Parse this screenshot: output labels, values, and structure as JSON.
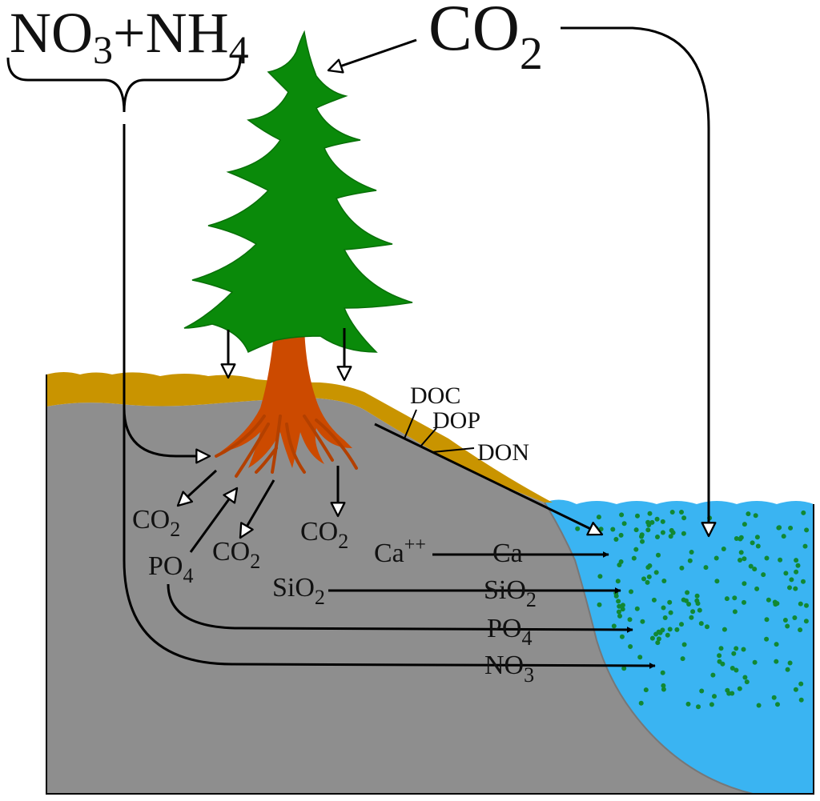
{
  "title_left": {
    "a": "NO",
    "a_sub": "3",
    "plus": "+NH",
    "b_sub": "4"
  },
  "title_right": {
    "main": "CO",
    "sub": "2"
  },
  "labels": {
    "co2_sub": "2",
    "co2_main": "CO",
    "po4_main": "PO",
    "po4_sub": "4",
    "sio2_main": "SiO",
    "sio2_sub": "2",
    "ca_ion_main": "Ca",
    "ca_ion_sup": "++",
    "ca": "Ca",
    "no3_main": "NO",
    "no3_sub": "3",
    "doc": "DOC",
    "dop": "DOP",
    "don": "DON"
  },
  "colors": {
    "tree": "#0a8a0a",
    "trunk": "#cc4a00",
    "litter": "#c99400",
    "soil": "#8e8e8e",
    "water": "#3ab4f2",
    "particles": "#118833"
  }
}
